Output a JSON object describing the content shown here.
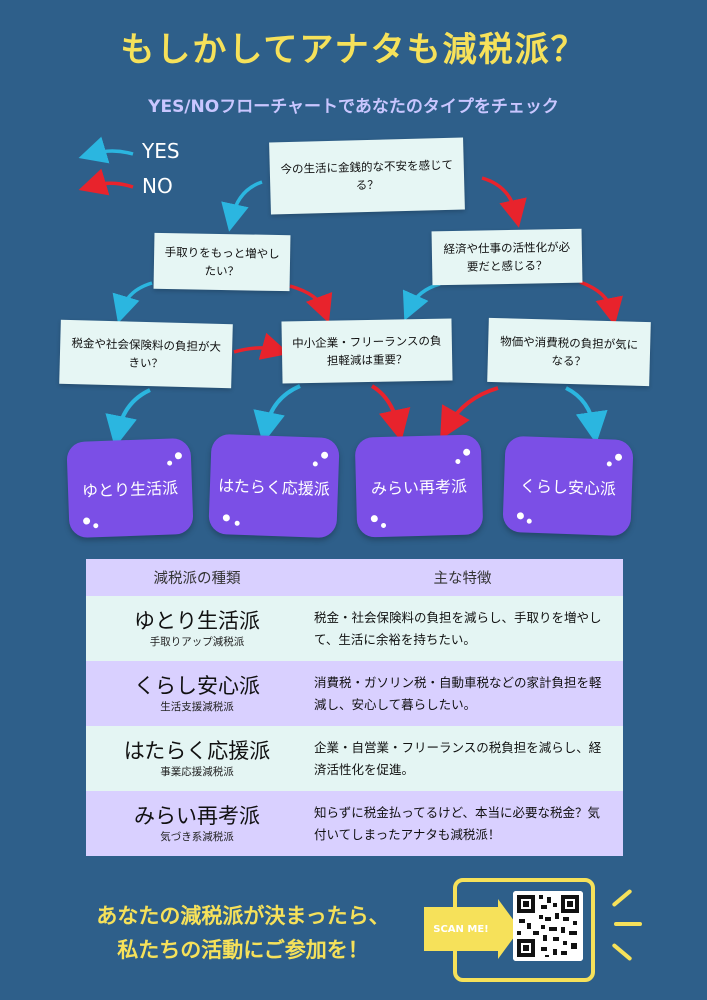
{
  "header": {
    "title": "もしかしてアナタも減税派？",
    "subtitle": "YES/NOフローチャートであなたのタイプをチェック"
  },
  "legend": {
    "yes_label": "YES",
    "no_label": "NO",
    "yes_color": "#2bb6e0",
    "no_color": "#e8232c"
  },
  "questions": {
    "q1": "今の生活に金銭的な不安を感じてる？",
    "q2": "手取りをもっと増やしたい？",
    "q3": "経済や仕事の活性化が必要だと感じる？",
    "q4": "税金や社会保険料の負担が大きい？",
    "q5": "中小企業・フリーランスの負担軽減は重要？",
    "q6": "物価や消費税の負担が気になる？"
  },
  "results": {
    "r1": "ゆとり生活派",
    "r2": "はたらく応援派",
    "r3": "みらい再考派",
    "r4": "くらし安心派"
  },
  "table": {
    "header_type": "減税派の種類",
    "header_feature": "主な特徴",
    "rows": [
      {
        "name": "ゆとり生活派",
        "sub": "手取りアップ減税派",
        "desc": "税金・社会保険料の負担を減らし、手取りを増やして、生活に余裕を持ちたい。"
      },
      {
        "name": "くらし安心派",
        "sub": "生活支援減税派",
        "desc": "消費税・ガソリン税・自動車税などの家計負担を軽減し、安心して暮らしたい。"
      },
      {
        "name": "はたらく応援派",
        "sub": "事業応援減税派",
        "desc": "企業・自営業・フリーランスの税負担を減らし、経済活性化を促進。"
      },
      {
        "name": "みらい再考派",
        "sub": "気づき系減税派",
        "desc": "知らずに税金払ってるけど、本当に必要な税金？気付いてしまったアナタも減税派！"
      }
    ]
  },
  "cta": {
    "line1": "あなたの減税派が決まったら、",
    "line2": "私たちの活動にご参加を！",
    "scan_label": "SCAN ME!"
  },
  "colors": {
    "background": "#2e5f8a",
    "accent_yellow": "#f6e15a",
    "result_purple": "#7b4fe6",
    "question_bg": "#e6f6f4",
    "table_violet": "#d9d0ff"
  }
}
